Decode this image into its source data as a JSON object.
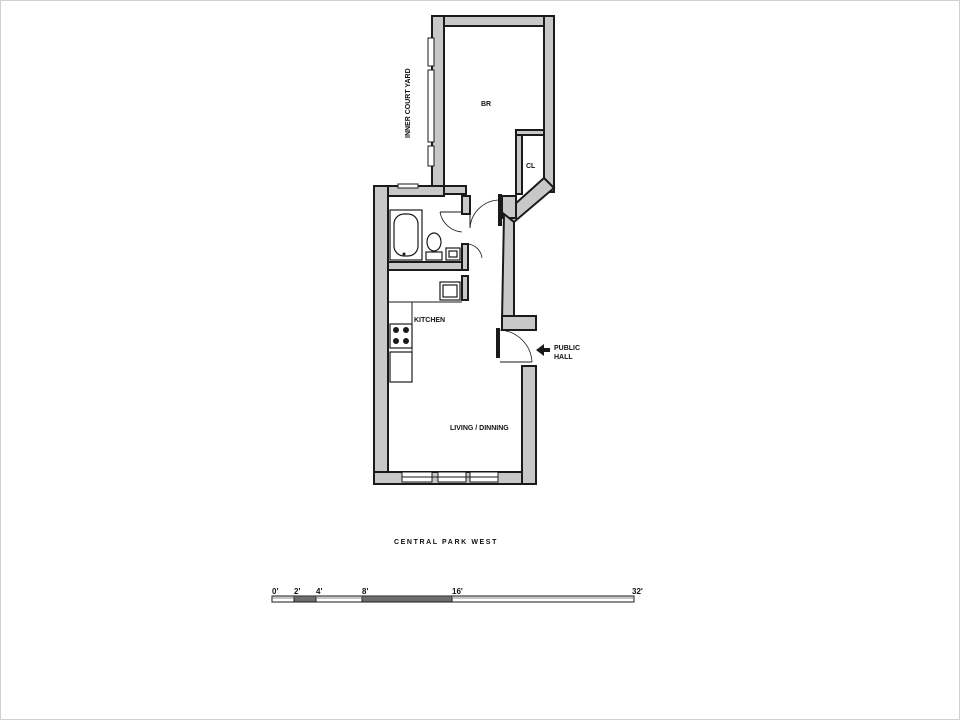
{
  "plan": {
    "rooms": {
      "bedroom": "BR",
      "closet": "CL",
      "kitchen": "KITCHEN",
      "living": "LIVING / DINNING"
    },
    "inner_court": "INNER COURT YARD",
    "public_hall_line1": "PUBLIC",
    "public_hall_line2": "HALL",
    "street": "CENTRAL PARK WEST"
  },
  "scale_bar": {
    "ticks": [
      "0'",
      "2'",
      "4'",
      "8'",
      "16'",
      "32'"
    ]
  },
  "icons": [
    "entry-arrow-icon",
    "bathtub-icon",
    "toilet-icon",
    "sink-icon",
    "stove-icon"
  ]
}
